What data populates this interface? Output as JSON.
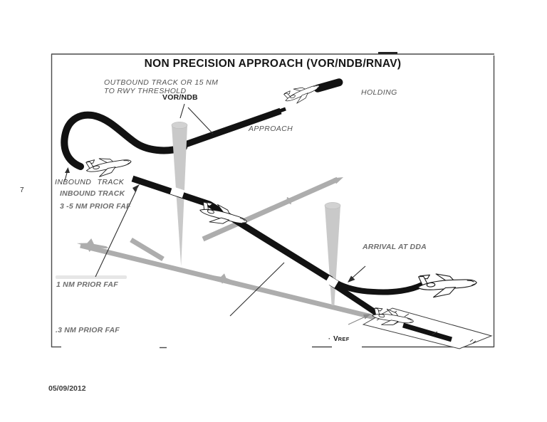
{
  "page": {
    "page_number": "7",
    "date": "05/09/2012"
  },
  "diagram": {
    "title": "NON PRECISION APPROACH (VOR/NDB/RNAV)",
    "labels": {
      "outbound_line1": "OUTBOUND TRACK OR 15 NM",
      "outbound_line2": "TO RWY THRESHOLD",
      "vor_ndb": "VOR/NDB",
      "holding": "HOLDING",
      "approach": "APPROACH",
      "inbound_track_drawn": "INBOUND TRACK",
      "inbound_track": "INBOUND TRACK",
      "faf_3_5": "3 -5 NM PRIOR FAF",
      "faf_1": "1 NM PRIOR FAF",
      "faf_03": ".3 NM PRIOR FAF",
      "arrival_dda": "ARRIVAL AT DDA",
      "vref_prefix": "·",
      "vref_v": "V",
      "vref_ref": "REF"
    },
    "colors": {
      "track_black": "#121212",
      "shadow_gray": "#adadad",
      "cone_gray": "#c9c9c9",
      "label_gray": "#6e6e6e",
      "ink": "#2e2e2e",
      "ink_soft": "#525252",
      "frame": "#4a4a4a"
    }
  }
}
